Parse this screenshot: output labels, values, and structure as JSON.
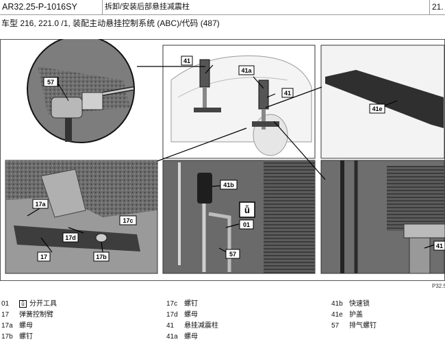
{
  "header": {
    "doc_id": "AR32.25-P-1016SY",
    "title": "拆卸/安装后部悬挂减震柱",
    "page": "21."
  },
  "model_line": "车型 216, 221.0 /1, 装配主动悬挂控制系统 (ABC)/代码 (487)",
  "figure": {
    "labels": {
      "l57a": "57",
      "l41a": "41",
      "l41a_b": "41a",
      "l41b": "41",
      "l41e": "41e",
      "l17a": "17a",
      "l17c": "17c",
      "l17d": "17d",
      "l17": "17",
      "l17b": "17b",
      "l41b2": "41b",
      "l01": "01",
      "l57b": "57",
      "l41c": "41"
    },
    "figure_id": "P32.5"
  },
  "legend": [
    {
      "code": "01",
      "text": "分开工具",
      "tool_icon": true
    },
    {
      "code": "17",
      "text": "弹簧控制臂"
    },
    {
      "code": "17a",
      "text": "螺母"
    },
    {
      "code": "17b",
      "text": "螺钉"
    },
    {
      "code": "17c",
      "text": "螺钉"
    },
    {
      "code": "17d",
      "text": "螺母"
    },
    {
      "code": "41",
      "text": "悬挂减震柱"
    },
    {
      "code": "41a",
      "text": "螺母"
    },
    {
      "code": "41b",
      "text": "快速锁"
    },
    {
      "code": "41e",
      "text": "护盖"
    },
    {
      "code": "57",
      "text": "排气螺钉"
    }
  ]
}
